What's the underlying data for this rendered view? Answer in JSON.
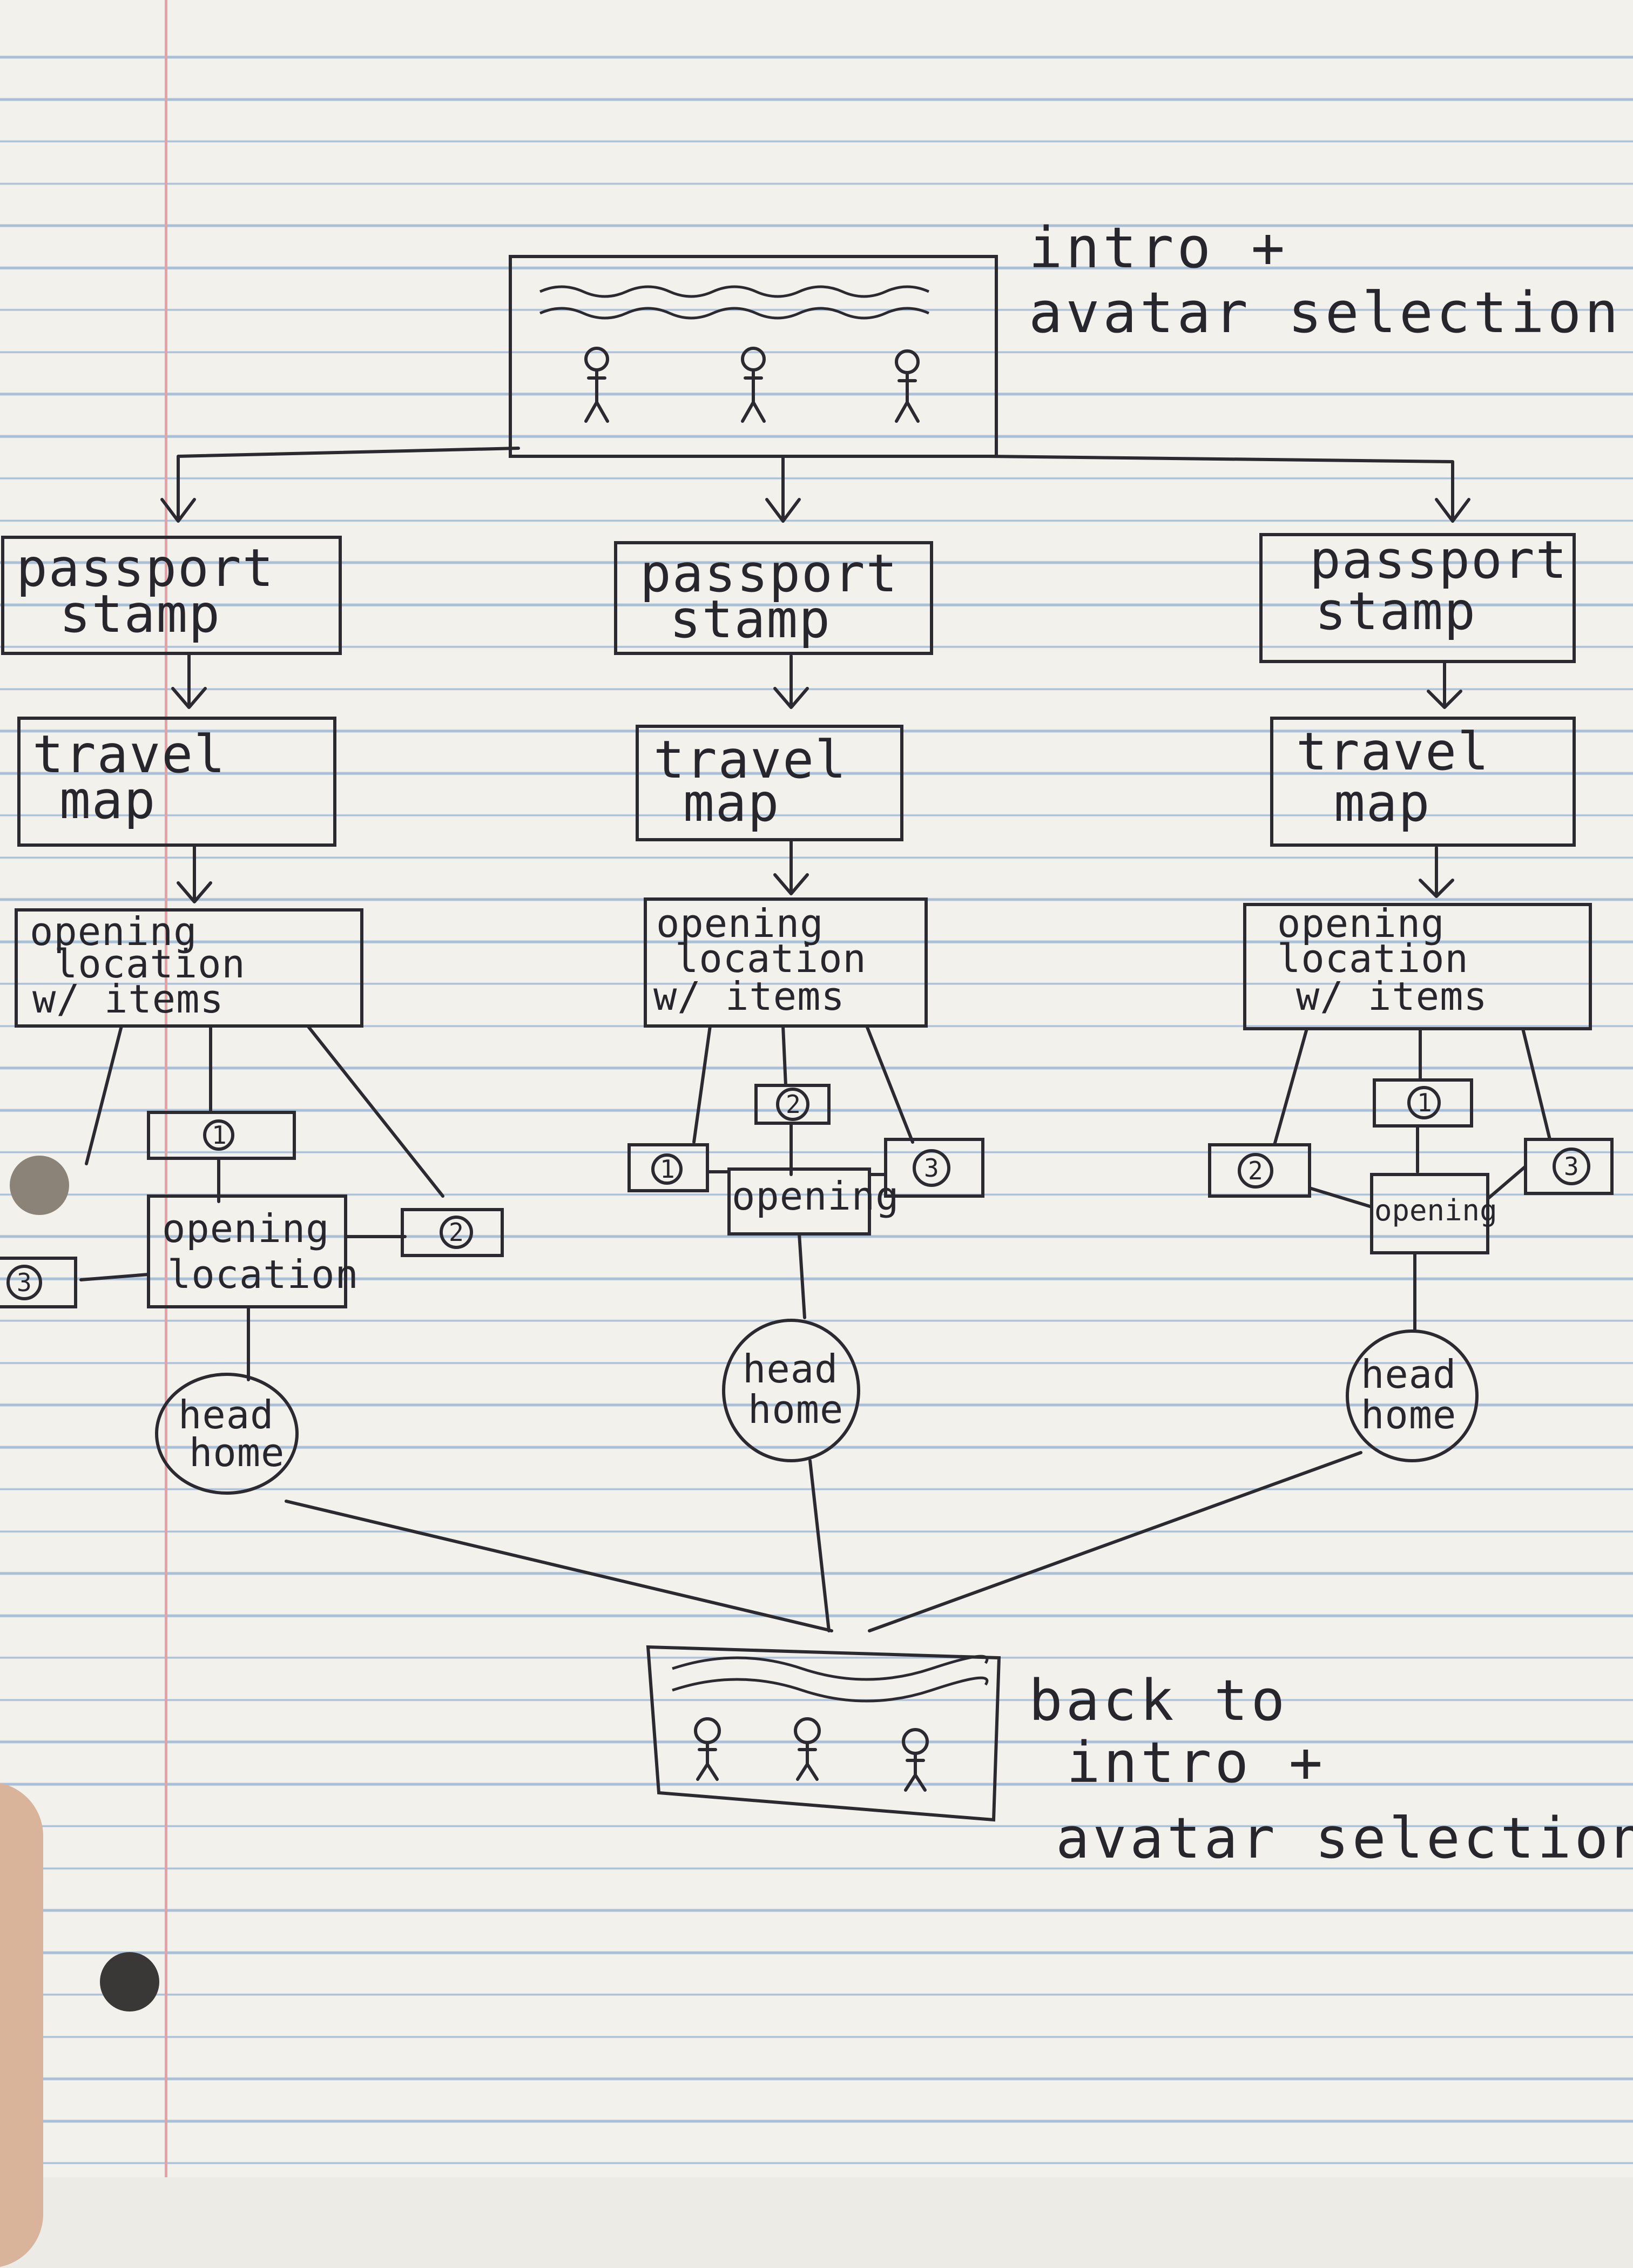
{
  "title_note": {
    "line1": "intro +",
    "line2": "avatar selection"
  },
  "end_note": {
    "line1": "back to",
    "line2": "intro +",
    "line3": "avatar selection"
  },
  "columns": [
    {
      "stamp": [
        "passport",
        "stamp"
      ],
      "map": [
        "travel",
        "map"
      ],
      "opening": [
        "opening",
        "location",
        "w/ items"
      ],
      "center": [
        "opening",
        "location"
      ],
      "items": [
        "1",
        "2",
        "3"
      ],
      "end": [
        "head",
        "home"
      ]
    },
    {
      "stamp": [
        "passport",
        "stamp"
      ],
      "map": [
        "travel",
        "map"
      ],
      "opening": [
        "opening",
        "location",
        "w/ items"
      ],
      "center": [
        "opening"
      ],
      "items": [
        "1",
        "2",
        "3"
      ],
      "end": [
        "head",
        "home"
      ]
    },
    {
      "stamp": [
        "passport",
        "stamp"
      ],
      "map": [
        "travel",
        "map"
      ],
      "opening": [
        "opening",
        "location",
        "w/ items"
      ],
      "center": [
        "opening"
      ],
      "items": [
        "1",
        "2",
        "3"
      ],
      "end": [
        "head",
        "home"
      ]
    }
  ]
}
